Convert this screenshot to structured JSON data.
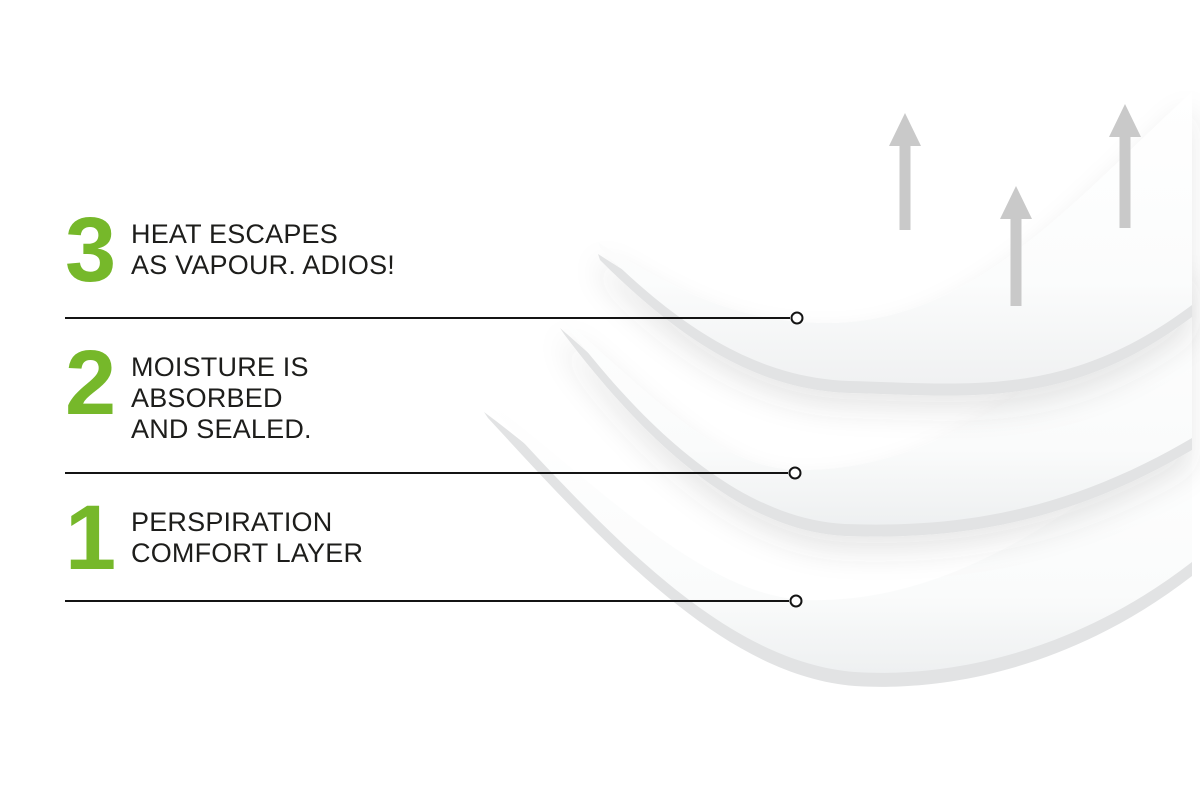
{
  "figure": {
    "name": "mattress-breathability-layer-diagram",
    "steps": [
      {
        "number": "3",
        "label_lines": [
          "HEAT ESCAPES",
          "AS VAPOUR. ADIOS!"
        ]
      },
      {
        "number": "2",
        "label_lines": [
          "MOISTURE IS",
          "ABSORBED",
          "AND SEALED."
        ]
      },
      {
        "number": "1",
        "label_lines": [
          "PERSPIRATION",
          "COMFORT LAYER"
        ]
      }
    ],
    "illustration": {
      "sheet_count": 3,
      "arrow_icon": "up-arrow",
      "arrow_count": 3
    },
    "colors": {
      "accent_green": "#76b82a",
      "text": "#1d1d1b",
      "leader_line": "#141414",
      "arrow_gray": "#c9c9c9",
      "sheet_white": "#ffffff",
      "sheet_shade": "#eef0f1",
      "sheet_edge": "#e2e3e4"
    }
  }
}
